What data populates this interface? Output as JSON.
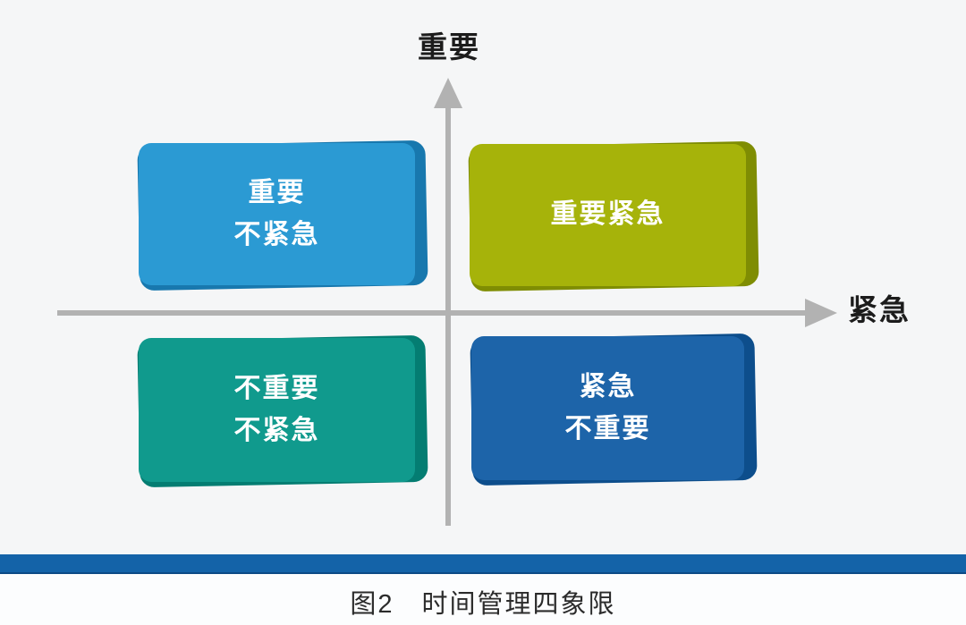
{
  "figure": {
    "caption": "图2　时间管理四象限",
    "axes": {
      "y_label": "重要",
      "x_label": "紧急",
      "axis_color": "#b2b2b2"
    },
    "quadrants": [
      {
        "id": "important-not-urgent",
        "position": "top-left",
        "lines": [
          "重要",
          "不紧急"
        ],
        "color": "#2b9ad3",
        "edge_color": "#1878ae",
        "text_color": "#ffffff"
      },
      {
        "id": "important-urgent",
        "position": "top-right",
        "lines": [
          "重要紧急"
        ],
        "color": "#a6b30a",
        "edge_color": "#7f8d03",
        "text_color": "#ffffff"
      },
      {
        "id": "not-important-not-urgent",
        "position": "bottom-left",
        "lines": [
          "不重要",
          "不紧急"
        ],
        "color": "#109a8d",
        "edge_color": "#047d72",
        "text_color": "#ffffff"
      },
      {
        "id": "urgent-not-important",
        "position": "bottom-right",
        "lines": [
          "紧急",
          "不重要"
        ],
        "color": "#1d64a9",
        "edge_color": "#0d4e8c",
        "text_color": "#ffffff"
      }
    ],
    "divider_color": "#1463a8",
    "background_color": "#f5f6f7"
  }
}
